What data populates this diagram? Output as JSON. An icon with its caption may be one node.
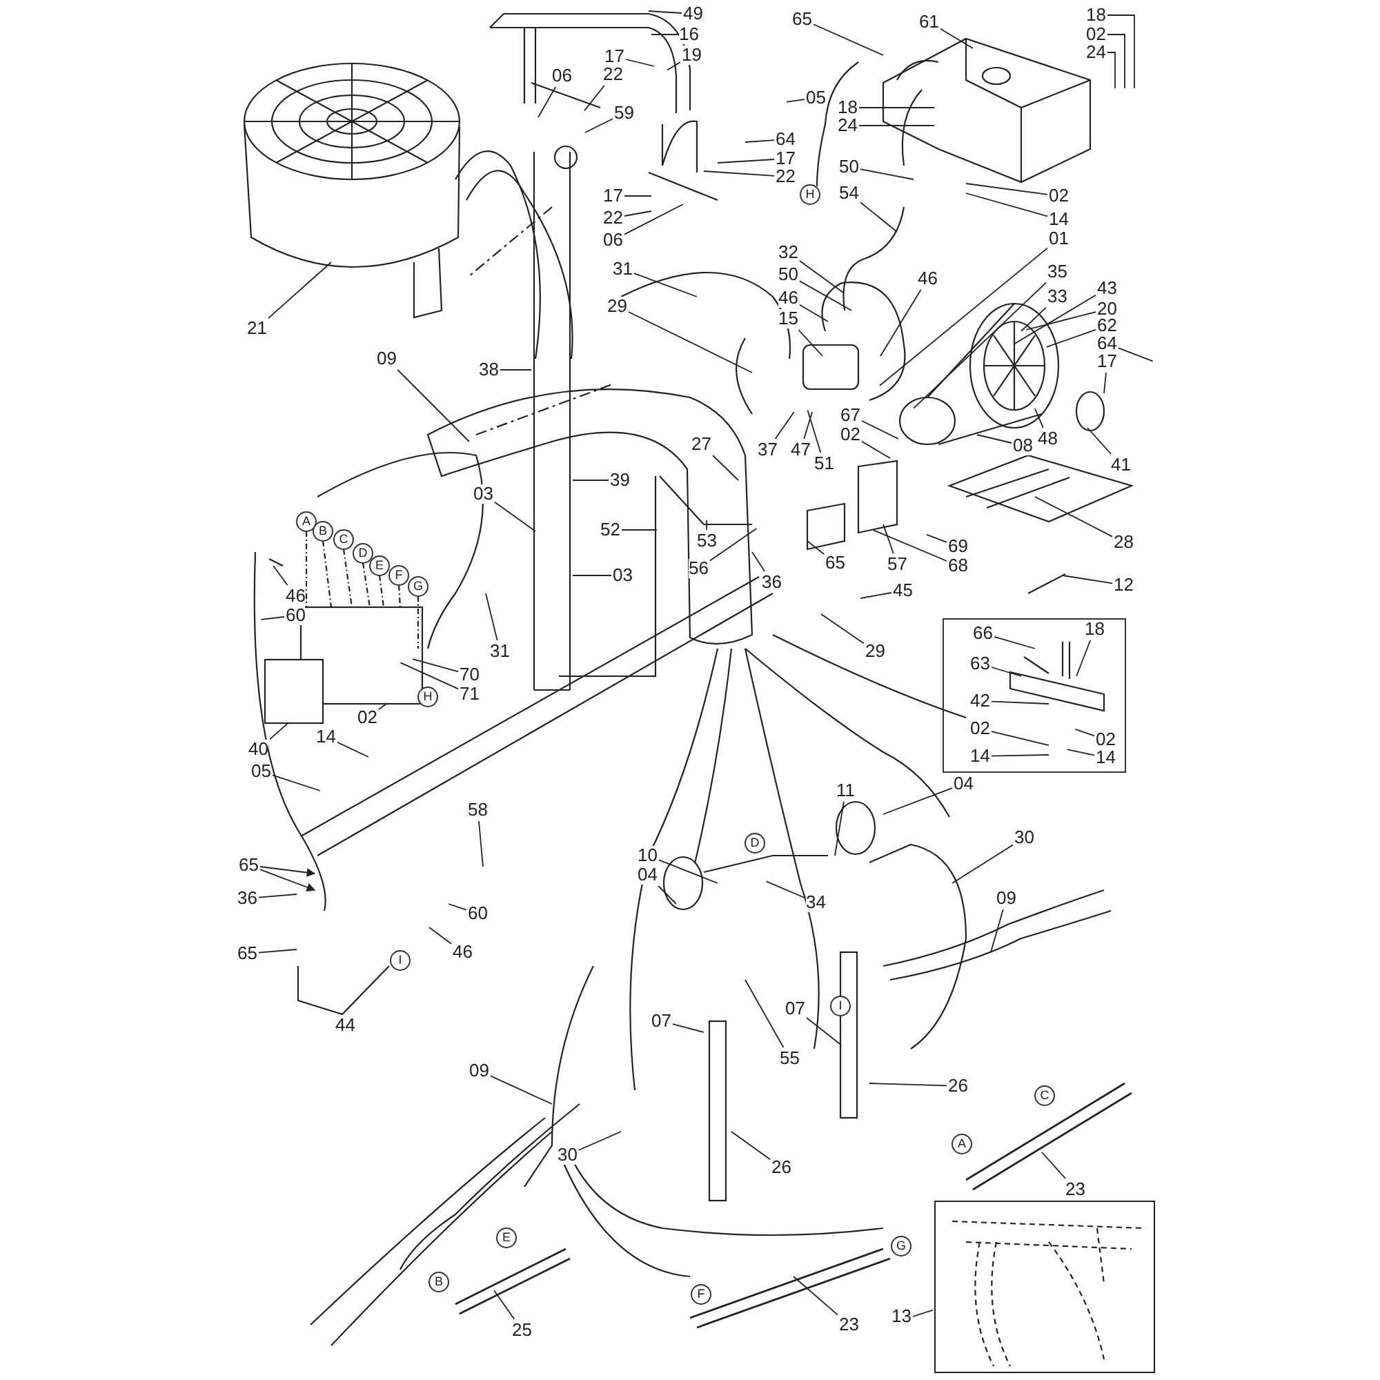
{
  "diagram": {
    "nodes": [
      {
        "text": [
          "49"
        ]
      },
      {
        "text": [
          "16"
        ]
      },
      {
        "text": [
          "19"
        ]
      },
      {
        "text": [
          "65"
        ]
      },
      {
        "text": [
          "61"
        ]
      },
      {
        "text": [
          "18"
        ]
      },
      {
        "text": [
          "02"
        ]
      },
      {
        "text": [
          "24"
        ]
      },
      {
        "text": [
          "17"
        ]
      },
      {
        "text": [
          "06"
        ]
      },
      {
        "text": [
          "22"
        ]
      },
      {
        "text": [
          "05"
        ]
      },
      {
        "text": [
          "18"
        ]
      },
      {
        "text": [
          "24"
        ]
      },
      {
        "text": [
          "59"
        ]
      },
      {
        "text": [
          "64"
        ]
      },
      {
        "text": [
          "17"
        ]
      },
      {
        "text": [
          "22"
        ]
      },
      {
        "text": [
          "50"
        ]
      },
      {
        "text": [
          "02"
        ]
      },
      {
        "text": [
          "17"
        ]
      },
      {
        "text": [
          "54"
        ]
      },
      {
        "text": [
          "22"
        ]
      },
      {
        "text": [
          "14"
        ]
      },
      {
        "text": [
          "06"
        ]
      },
      {
        "text": [
          "01"
        ]
      },
      {
        "text": [
          "32"
        ]
      },
      {
        "text": [
          "31"
        ]
      },
      {
        "text": [
          "50"
        ]
      },
      {
        "text": [
          "35"
        ]
      },
      {
        "text": [
          "46"
        ]
      },
      {
        "text": [
          "46"
        ]
      },
      {
        "text": [
          "33"
        ]
      },
      {
        "text": [
          "43"
        ]
      },
      {
        "text": [
          "21"
        ]
      },
      {
        "text": [
          "15"
        ]
      },
      {
        "text": [
          "29"
        ]
      },
      {
        "text": [
          "20"
        ]
      },
      {
        "text": [
          "62"
        ]
      },
      {
        "text": [
          "09"
        ]
      },
      {
        "text": [
          "64"
        ]
      },
      {
        "text": [
          "17"
        ]
      },
      {
        "text": [
          "38"
        ]
      },
      {
        "text": [
          "67"
        ]
      },
      {
        "text": [
          "27"
        ]
      },
      {
        "text": [
          "02"
        ]
      },
      {
        "text": [
          "08"
        ]
      },
      {
        "text": [
          "48"
        ]
      },
      {
        "text": [
          "37"
        ]
      },
      {
        "text": [
          "47"
        ]
      },
      {
        "text": [
          "51"
        ]
      },
      {
        "text": [
          "41"
        ]
      },
      {
        "text": [
          "03"
        ]
      },
      {
        "text": [
          "39"
        ]
      },
      {
        "text": [
          "52"
        ]
      },
      {
        "text": [
          "53"
        ]
      },
      {
        "text": [
          "56"
        ]
      },
      {
        "text": [
          "65"
        ]
      },
      {
        "text": [
          "57"
        ]
      },
      {
        "text": [
          "69"
        ]
      },
      {
        "text": [
          "28"
        ]
      },
      {
        "text": [
          "68"
        ]
      },
      {
        "text": [
          "03"
        ]
      },
      {
        "text": [
          "36"
        ]
      },
      {
        "text": [
          "45"
        ]
      },
      {
        "text": [
          "12"
        ]
      },
      {
        "text": [
          "46"
        ]
      },
      {
        "text": [
          "60"
        ]
      },
      {
        "text": [
          "29"
        ]
      },
      {
        "text": [],
        "shape": "box"
      },
      {
        "text": [
          "66"
        ],
        "in": 69
      },
      {
        "text": [
          "18"
        ],
        "in": 69
      },
      {
        "text": [
          "63"
        ],
        "in": 69
      },
      {
        "text": [
          "31"
        ]
      },
      {
        "text": [
          "70"
        ]
      },
      {
        "text": [
          "71"
        ]
      },
      {
        "text": [
          "42"
        ],
        "in": 69
      },
      {
        "text": [
          "02"
        ]
      },
      {
        "text": [
          "02"
        ],
        "in": 69
      },
      {
        "text": [
          "02"
        ],
        "in": 69
      },
      {
        "text": [
          "40"
        ]
      },
      {
        "text": [
          "14"
        ]
      },
      {
        "text": [
          "14"
        ],
        "in": 69
      },
      {
        "text": [
          "14"
        ],
        "in": 69
      },
      {
        "text": [
          "05"
        ]
      },
      {
        "text": [
          "58"
        ]
      },
      {
        "text": [
          "11"
        ]
      },
      {
        "text": [
          "04"
        ]
      },
      {
        "text": [
          "30"
        ]
      },
      {
        "text": [
          "65"
        ]
      },
      {
        "text": [
          "10"
        ]
      },
      {
        "text": [
          "04"
        ]
      },
      {
        "text": [
          "09"
        ]
      },
      {
        "text": [
          "36"
        ]
      },
      {
        "text": [
          "34"
        ]
      },
      {
        "text": [
          "60"
        ]
      },
      {
        "text": [
          "46"
        ]
      },
      {
        "text": [
          "65"
        ]
      },
      {
        "text": [
          "07"
        ]
      },
      {
        "text": [
          "07"
        ]
      },
      {
        "text": [
          "55"
        ]
      },
      {
        "text": [
          "26"
        ]
      },
      {
        "text": [
          "09"
        ]
      },
      {
        "text": [
          "30"
        ]
      },
      {
        "text": [
          "26"
        ]
      },
      {
        "text": [
          "23"
        ]
      },
      {
        "text": [
          "13"
        ]
      },
      {
        "text": [],
        "shape": "picture"
      },
      {
        "text": [
          "25"
        ]
      },
      {
        "text": [
          "23"
        ]
      }
    ],
    "edges": [
      {
        "from": 0,
        "to": null,
        "arrow": "none"
      },
      {
        "from": 1,
        "to": null,
        "arrow": "none"
      },
      {
        "from": 2,
        "to": null,
        "arrow": "none"
      },
      {
        "from": 3,
        "to": null,
        "arrow": "none"
      },
      {
        "from": 4,
        "to": null,
        "arrow": "none"
      },
      {
        "from": 5,
        "to": null,
        "arrow": "none"
      },
      {
        "from": 6,
        "to": null,
        "arrow": "none"
      },
      {
        "from": 7,
        "to": null,
        "arrow": "none"
      },
      {
        "from": 8,
        "to": null,
        "arrow": "none"
      },
      {
        "from": 9,
        "to": null,
        "arrow": "none"
      },
      {
        "from": 10,
        "to": null,
        "arrow": "none"
      },
      {
        "from": 11,
        "to": null,
        "arrow": "none"
      },
      {
        "from": 12,
        "to": null,
        "arrow": "none"
      },
      {
        "from": 13,
        "to": null,
        "arrow": "none"
      },
      {
        "from": 14,
        "to": null,
        "arrow": "none"
      },
      {
        "from": 15,
        "to": null,
        "arrow": "none"
      },
      {
        "from": 16,
        "to": null,
        "arrow": "none"
      },
      {
        "from": 17,
        "to": null,
        "arrow": "none"
      },
      {
        "from": 18,
        "to": null,
        "arrow": "none"
      },
      {
        "from": 19,
        "to": null,
        "arrow": "none"
      },
      {
        "from": 20,
        "to": null,
        "arrow": "none"
      },
      {
        "from": 21,
        "to": null,
        "arrow": "none"
      },
      {
        "from": 22,
        "to": null,
        "arrow": "none"
      },
      {
        "from": 23,
        "to": null,
        "arrow": "none"
      },
      {
        "from": 24,
        "to": null,
        "arrow": "none"
      },
      {
        "from": 25,
        "to": null,
        "arrow": "none"
      },
      {
        "from": 26,
        "to": null,
        "arrow": "none"
      },
      {
        "from": 27,
        "to": null,
        "arrow": "none"
      },
      {
        "from": 28,
        "to": null,
        "arrow": "none"
      },
      {
        "from": 29,
        "to": null,
        "arrow": "none"
      },
      {
        "from": 30,
        "to": null,
        "arrow": "none"
      },
      {
        "from": 31,
        "to": null,
        "arrow": "none"
      },
      {
        "from": 32,
        "to": null,
        "arrow": "none"
      },
      {
        "from": 33,
        "to": null,
        "arrow": "none"
      },
      {
        "from": 34,
        "to": null,
        "arrow": "none"
      },
      {
        "from": 35,
        "to": null,
        "arrow": "none"
      },
      {
        "from": 36,
        "to": null,
        "arrow": "none"
      },
      {
        "from": 37,
        "to": null,
        "arrow": "none"
      },
      {
        "from": 38,
        "to": null,
        "arrow": "none"
      },
      {
        "from": 39,
        "to": null,
        "arrow": "none"
      },
      {
        "from": 40,
        "to": null,
        "arrow": "none"
      },
      {
        "from": 41,
        "to": null,
        "arrow": "none"
      },
      {
        "from": 42,
        "to": null,
        "arrow": "none"
      },
      {
        "from": 43,
        "to": null,
        "arrow": "none"
      },
      {
        "from": 44,
        "to": null,
        "arrow": "none"
      },
      {
        "from": 45,
        "to": null,
        "arrow": "none"
      },
      {
        "from": 46,
        "to": null,
        "arrow": "none"
      },
      {
        "from": 47,
        "to": null,
        "arrow": "none"
      },
      {
        "from": 48,
        "to": null,
        "arrow": "none"
      },
      {
        "from": 49,
        "to": null,
        "arrow": "none"
      },
      {
        "from": 50,
        "to": null,
        "arrow": "none"
      },
      {
        "from": 51,
        "to": null,
        "arrow": "none"
      },
      {
        "from": 52,
        "to": null,
        "arrow": "none"
      },
      {
        "from": 53,
        "to": null,
        "arrow": "none"
      },
      {
        "from": 54,
        "to": null,
        "arrow": "none"
      },
      {
        "from": 55,
        "to": null,
        "arrow": "none"
      },
      {
        "from": 56,
        "to": null,
        "arrow": "none"
      },
      {
        "from": 57,
        "to": null,
        "arrow": "none"
      },
      {
        "from": 58,
        "to": null,
        "arrow": "none"
      },
      {
        "from": 59,
        "to": null,
        "arrow": "none"
      },
      {
        "from": 60,
        "to": null,
        "arrow": "none"
      },
      {
        "from": 61,
        "to": null,
        "arrow": "none"
      },
      {
        "from": 62,
        "to": null,
        "arrow": "none"
      },
      {
        "from": 63,
        "to": null,
        "arrow": "none"
      },
      {
        "from": 64,
        "to": null,
        "arrow": "none"
      },
      {
        "from": 65,
        "to": null,
        "arrow": "none"
      },
      {
        "from": 66,
        "to": null,
        "arrow": "none"
      },
      {
        "from": 67,
        "to": null,
        "arrow": "none"
      },
      {
        "from": 68,
        "to": null,
        "arrow": "none"
      },
      {
        "from": 70,
        "to": null,
        "arrow": "none"
      },
      {
        "from": 71,
        "to": null,
        "arrow": "none"
      },
      {
        "from": 72,
        "to": null,
        "arrow": "none"
      },
      {
        "from": 73,
        "to": null,
        "arrow": "none"
      },
      {
        "from": 74,
        "to": null,
        "arrow": "none"
      },
      {
        "from": 75,
        "to": null,
        "arrow": "none"
      },
      {
        "from": 76,
        "to": null,
        "arrow": "none"
      },
      {
        "from": 77,
        "to": null,
        "arrow": "none"
      },
      {
        "from": 78,
        "to": null,
        "arrow": "none"
      },
      {
        "from": 79,
        "to": null,
        "arrow": "none"
      },
      {
        "from": 80,
        "to": null,
        "arrow": "none"
      },
      {
        "from": 81,
        "to": null,
        "arrow": "none"
      },
      {
        "from": 82,
        "to": null,
        "arrow": "none"
      },
      {
        "from": 83,
        "to": null,
        "arrow": "none"
      },
      {
        "from": 84,
        "to": null,
        "arrow": "none"
      },
      {
        "from": 85,
        "to": null,
        "arrow": "none"
      },
      {
        "from": 86,
        "to": null,
        "arrow": "none"
      },
      {
        "from": 87,
        "to": null,
        "arrow": "none"
      },
      {
        "from": 88,
        "to": null,
        "arrow": "none"
      },
      {
        "from": 89,
        "to": null,
        "arrow": "to"
      },
      {
        "from": 89,
        "to": null,
        "arrow": "to"
      },
      {
        "from": 90,
        "to": null,
        "arrow": "none"
      },
      {
        "from": 91,
        "to": null,
        "arrow": "none"
      },
      {
        "from": 92,
        "to": null,
        "arrow": "none"
      },
      {
        "from": 93,
        "to": null,
        "arrow": "none"
      },
      {
        "from": 94,
        "to": null,
        "arrow": "none"
      },
      {
        "from": 95,
        "to": null,
        "arrow": "none"
      },
      {
        "from": 96,
        "to": null,
        "arrow": "none"
      },
      {
        "from": 97,
        "to": null,
        "arrow": "none"
      },
      {
        "from": 98,
        "to": null,
        "arrow": "none"
      },
      {
        "from": 99,
        "to": null,
        "arrow": "none"
      },
      {
        "from": 100,
        "to": null,
        "arrow": "none"
      },
      {
        "from": 101,
        "to": null,
        "arrow": "none"
      },
      {
        "from": 102,
        "to": null,
        "arrow": "none"
      },
      {
        "from": 103,
        "to": null,
        "arrow": "none"
      },
      {
        "from": 104,
        "to": null,
        "arrow": "none"
      },
      {
        "from": 105,
        "to": null,
        "arrow": "none"
      },
      {
        "from": 106,
        "to": 107,
        "arrow": "none"
      },
      {
        "from": 108,
        "to": null,
        "arrow": "none"
      },
      {
        "from": 109,
        "to": null,
        "arrow": "none"
      }
    ],
    "labels": [
      "H",
      "A",
      "B",
      "C",
      "D",
      "E",
      "F",
      "G",
      "H",
      "D",
      "I",
      "I",
      "44",
      "C",
      "A",
      "E",
      "G",
      "B",
      "F"
    ]
  }
}
